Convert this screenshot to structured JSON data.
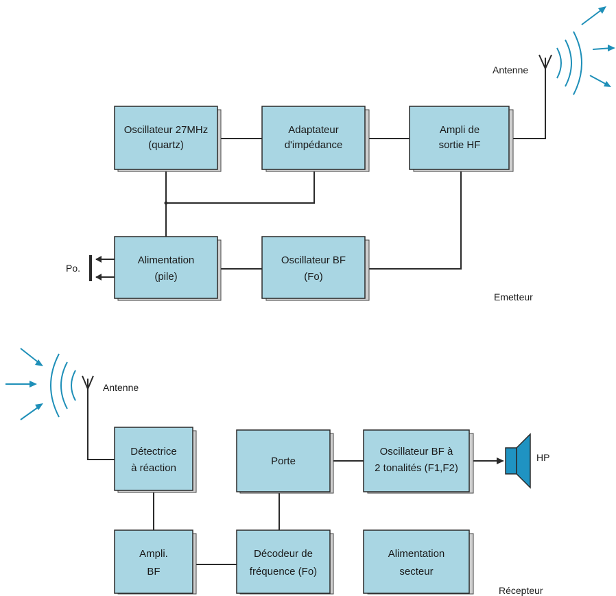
{
  "colors": {
    "box_fill": "#a9d6e3",
    "wave": "#1e8fb8",
    "speaker_fill": "#1f93c2"
  },
  "emitter": {
    "title": "Emetteur",
    "antenna_label": "Antenne",
    "power_label": "Po.",
    "boxes": {
      "osc27": [
        "Oscillateur 27MHz",
        "(quartz)"
      ],
      "adapt": [
        "Adaptateur",
        "d'impédance"
      ],
      "ampli_hf": [
        "Ampli  de",
        "sortie  HF"
      ],
      "alim": [
        "Alimentation",
        "(pile)"
      ],
      "osc_bf": [
        "Oscillateur BF",
        "(Fo)"
      ]
    }
  },
  "receiver": {
    "title": "Récepteur",
    "antenna_label": "Antenne",
    "speaker_label": "HP",
    "boxes": {
      "detect": [
        "Détectrice",
        "à  réaction"
      ],
      "porte": [
        "Porte"
      ],
      "osc_bf2": [
        "Oscillateur BF à",
        "2 tonalités (F1,F2)"
      ],
      "ampli_bf": [
        "Ampli.",
        "BF"
      ],
      "decod": [
        "Décodeur  de",
        "fréquence (Fo)"
      ],
      "alim_sect": [
        "Alimentation",
        "secteur"
      ]
    }
  }
}
